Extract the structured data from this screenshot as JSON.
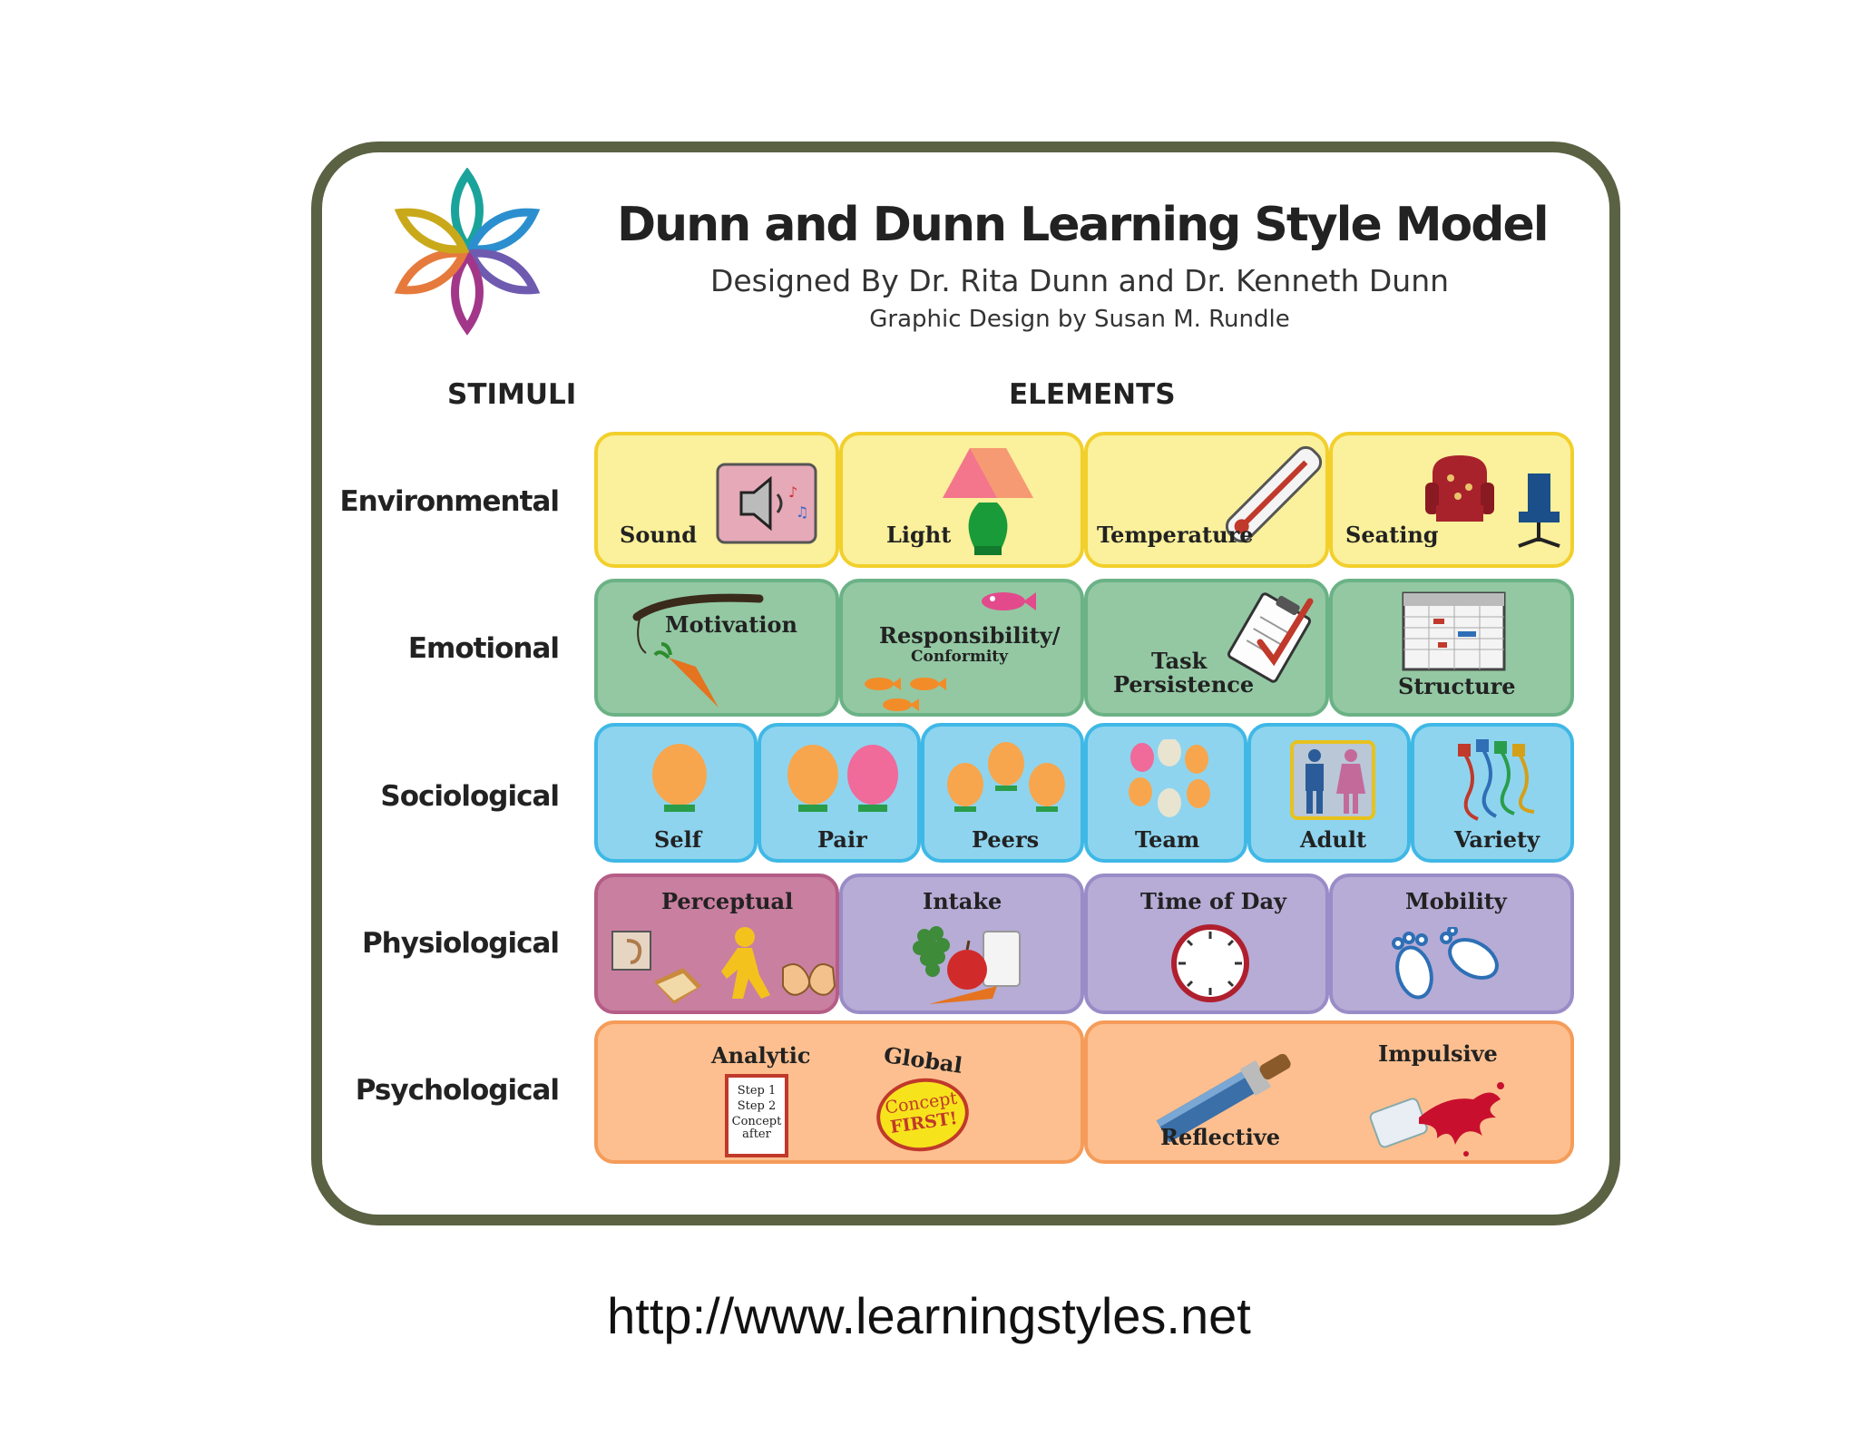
{
  "title": "Dunn and Dunn Learning Style Model",
  "subtitle": "Designed By Dr. Rita Dunn and Dr. Kenneth Dunn",
  "credit": "Graphic Design by Susan M. Rundle",
  "headers": {
    "stimuli": "STIMULI",
    "elements": "ELEMENTS"
  },
  "stimuli": [
    "Environmental",
    "Emotional",
    "Sociological",
    "Physiological",
    "Psychological"
  ],
  "environmental": [
    "Sound",
    "Light",
    "Temperature",
    "Seating"
  ],
  "emotional": {
    "motivation": "Motivation",
    "responsibility": "Responsibility/",
    "conformity": "Conformity",
    "task": "Task",
    "persistence": "Persistence",
    "structure": "Structure"
  },
  "sociological": [
    "Self",
    "Pair",
    "Peers",
    "Team",
    "Adult",
    "Variety"
  ],
  "physiological": [
    "Perceptual",
    "Intake",
    "Time of Day",
    "Mobility"
  ],
  "psychological": {
    "analytic": "Analytic",
    "step1": "Step 1",
    "step2": "Step 2",
    "concept_after": "Concept",
    "after": "after",
    "global": "Global",
    "concept": "Concept",
    "first": "FIRST!",
    "reflective": "Reflective",
    "impulsive": "Impulsive"
  },
  "url": "http://www.learningstyles.net",
  "colors": {
    "frame": "#5a6243",
    "environmental": "#fbf09b",
    "emotional": "#93c8a3",
    "sociological": "#8ed4ef",
    "physiological": "#b6acd6",
    "perceptual": "#c97fa0",
    "psychological": "#fdbf8f"
  }
}
